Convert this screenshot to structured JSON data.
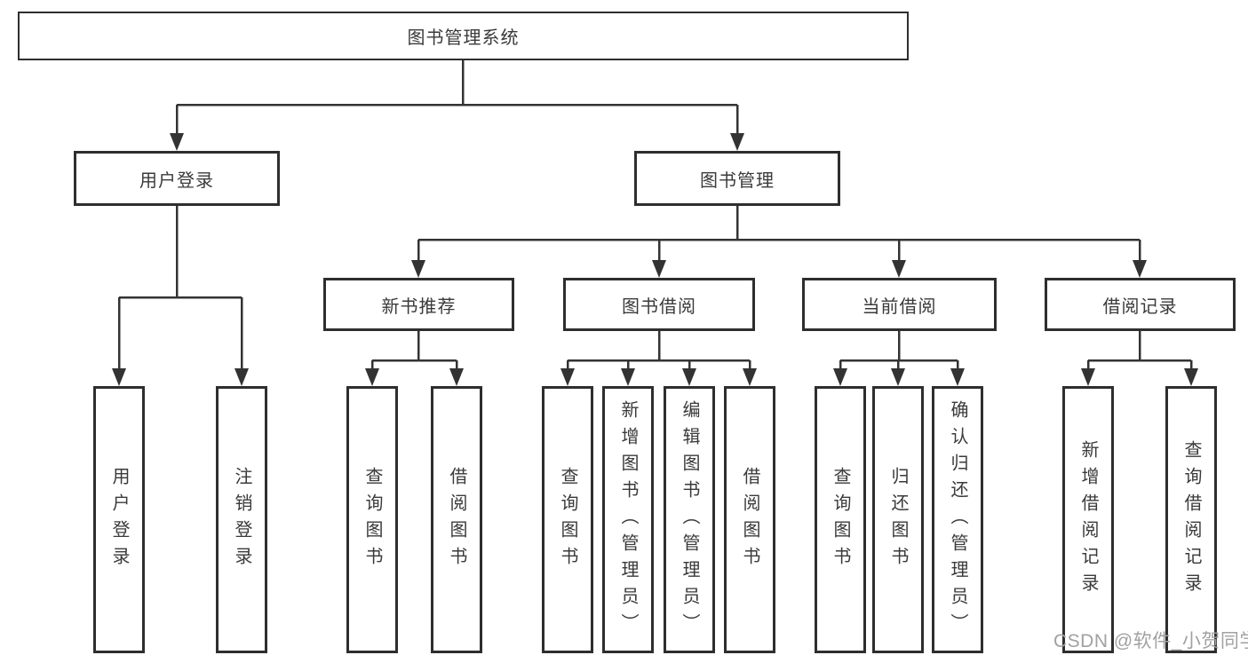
{
  "diagram": {
    "root": {
      "label": "图书管理系统"
    },
    "branches": [
      {
        "label": "用户登录",
        "children": [
          {
            "label": "用户登录"
          },
          {
            "label": "注销登录"
          }
        ]
      },
      {
        "label": "图书管理",
        "children": [
          {
            "label": "新书推荐",
            "children": [
              {
                "label": "查询图书"
              },
              {
                "label": "借阅图书"
              }
            ]
          },
          {
            "label": "图书借阅",
            "children": [
              {
                "label": "查询图书"
              },
              {
                "label": "新增图书（管理员）"
              },
              {
                "label": "编辑图书（管理员）"
              },
              {
                "label": "借阅图书"
              }
            ]
          },
          {
            "label": "当前借阅",
            "children": [
              {
                "label": "查询图书"
              },
              {
                "label": "归还图书"
              },
              {
                "label": "确认归还（管理员）"
              }
            ]
          },
          {
            "label": "借阅记录",
            "children": [
              {
                "label": "新增借阅记录"
              },
              {
                "label": "查询借阅记录"
              }
            ]
          }
        ]
      }
    ]
  },
  "watermark": {
    "text": "CSDN @软件_小贺同学"
  },
  "colors": {
    "background": "#ffffff",
    "box_border": "#2e2e2e",
    "line": "#333333",
    "text": "#3a3a3a",
    "watermark": "#a1a1a1"
  }
}
